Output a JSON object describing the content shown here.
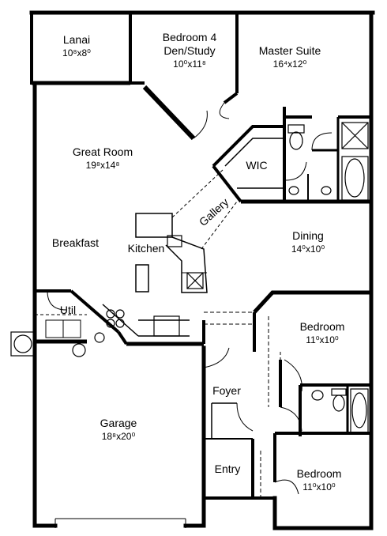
{
  "rooms": {
    "lanai": {
      "name": "Lanai",
      "dim": "10⁸x8⁰"
    },
    "bedroom4": {
      "name": "Bedroom 4",
      "name2": "Den/Study",
      "dim": "10⁰x11⁸"
    },
    "master_suite": {
      "name": "Master Suite",
      "dim": "16⁴x12⁰"
    },
    "great_room": {
      "name": "Great Room",
      "dim": "19⁸x14⁸"
    },
    "wic": {
      "name": "WIC"
    },
    "gallery": {
      "name": "Gallery"
    },
    "breakfast": {
      "name": "Breakfast"
    },
    "kitchen": {
      "name": "Kitchen"
    },
    "dining": {
      "name": "Dining",
      "dim": "14⁰x10⁰"
    },
    "util": {
      "name": "Util"
    },
    "bedroom_2": {
      "name": "Bedroom",
      "dim": "11⁰x10⁰"
    },
    "foyer": {
      "name": "Foyer"
    },
    "garage": {
      "name": "Garage",
      "dim": "18⁸x20⁰"
    },
    "entry": {
      "name": "Entry"
    },
    "bedroom_3": {
      "name": "Bedroom",
      "dim": "11⁰x10⁰"
    }
  },
  "colors": {
    "wall": "#000000",
    "background": "#ffffff"
  }
}
